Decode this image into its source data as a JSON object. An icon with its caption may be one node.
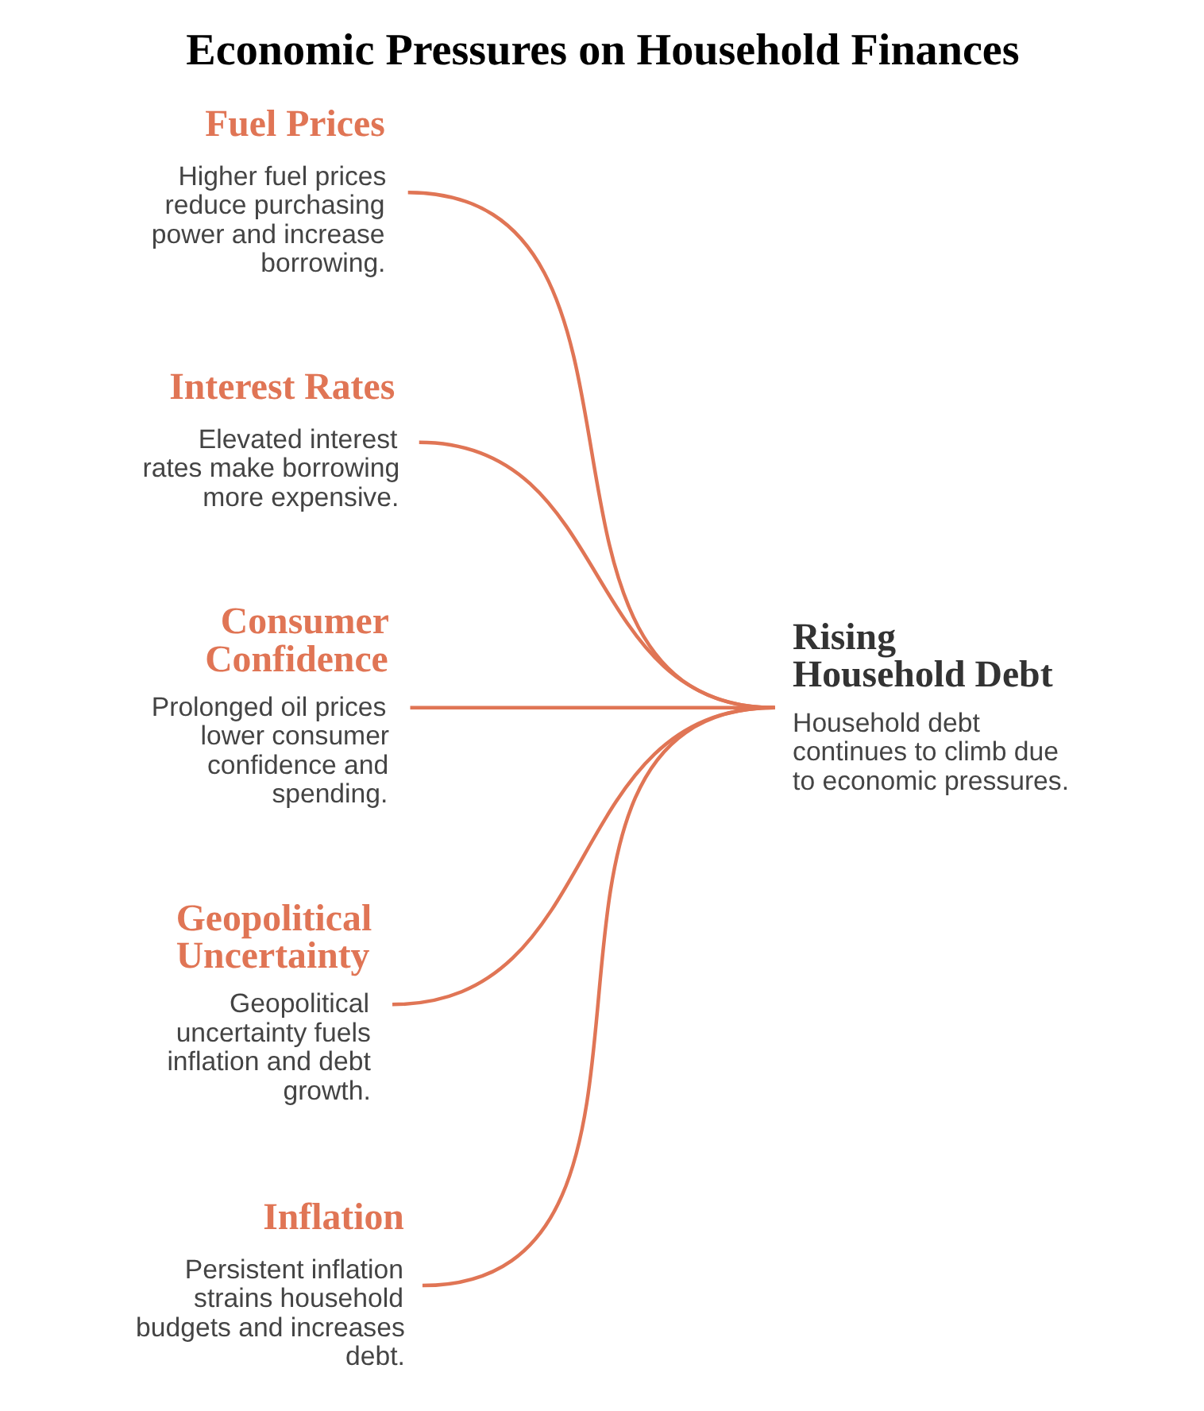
{
  "diagram": {
    "title": "Economic Pressures on Household Finances",
    "nodes": [
      {
        "text": [
          "Fuel Prices",
          "Higher fuel prices reduce purchasing power and increase borrowing."
        ]
      },
      {
        "text": [
          "Interest Rates",
          "Elevated interest rates make borrowing more expensive."
        ]
      },
      {
        "text": [
          "Consumer Confidence",
          "Prolonged oil prices lower consumer confidence and spending."
        ]
      },
      {
        "text": [
          "Geopolitical Uncertainty",
          "Geopolitical uncertainty fuels inflation and debt growth."
        ]
      },
      {
        "text": [
          "Inflation",
          "Persistent inflation strains household budgets and increases debt."
        ]
      },
      {
        "text": [
          "Rising Household Debt",
          "Household debt continues to climb due to economic pressures."
        ]
      }
    ],
    "edges": [
      {
        "from": 0,
        "to": 5,
        "arrow": "none"
      },
      {
        "from": 1,
        "to": 5,
        "arrow": "none"
      },
      {
        "from": 2,
        "to": 5,
        "arrow": "none"
      },
      {
        "from": 3,
        "to": 5,
        "arrow": "none"
      },
      {
        "from": 4,
        "to": 5,
        "arrow": "none"
      }
    ]
  }
}
